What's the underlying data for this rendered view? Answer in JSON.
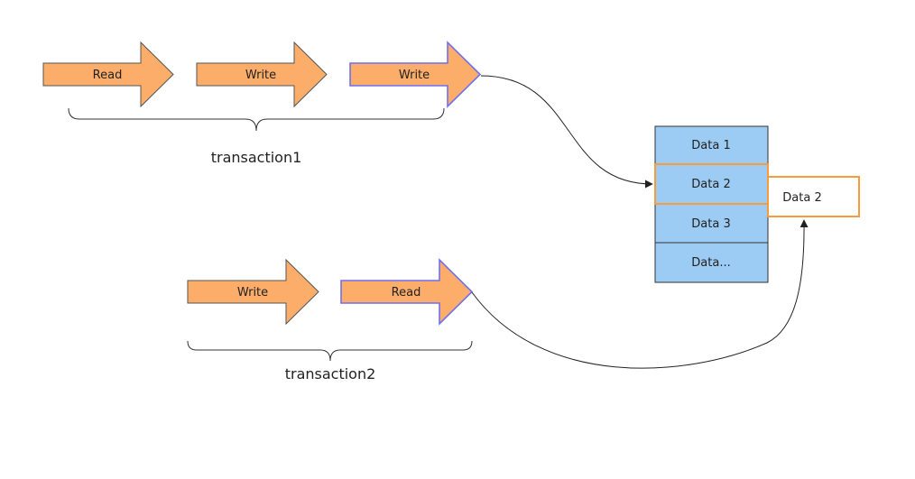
{
  "colors": {
    "arrow_fill": "#fbad69",
    "arrow_stroke": "#555555",
    "highlight_stroke": "#6f6ff0",
    "cell_fill": "#9ccbf4",
    "cell_stroke": "#333333",
    "highlight_orange": "#f79b3c",
    "line": "#222222"
  },
  "transaction1": {
    "label": "transaction1",
    "ops": [
      {
        "label": "Read",
        "highlighted": false
      },
      {
        "label": "Write",
        "highlighted": false
      },
      {
        "label": "Write",
        "highlighted": true
      }
    ]
  },
  "transaction2": {
    "label": "transaction2",
    "ops": [
      {
        "label": "Write",
        "highlighted": false
      },
      {
        "label": "Read",
        "highlighted": true
      }
    ]
  },
  "storage": {
    "cells": [
      {
        "label": "Data 1",
        "highlighted": false
      },
      {
        "label": "Data 2",
        "highlighted": true
      },
      {
        "label": "Data 3",
        "highlighted": false
      },
      {
        "label": "Data...",
        "highlighted": false
      }
    ],
    "copy": {
      "label": "Data 2"
    }
  }
}
